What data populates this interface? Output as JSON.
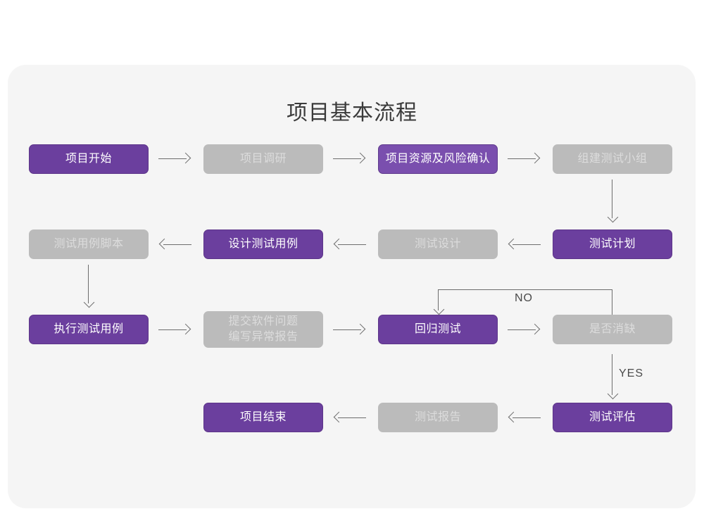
{
  "page": {
    "title": "项目基本流程",
    "background": "#ffffff",
    "card_background": "#f5f5f5"
  },
  "colors": {
    "purple": "#6b3f9e",
    "purple_light": "#7a4fae",
    "gray": "#bbbbbb",
    "gray_text": "#dcdcdc",
    "connector": "#6d6d6d",
    "title_text": "#3b3b3b"
  },
  "flow": {
    "nodes": [
      {
        "id": "n1",
        "label": "项目开始",
        "style": "purple",
        "row": 1,
        "col": 1
      },
      {
        "id": "n2",
        "label": "项目调研",
        "style": "gray",
        "row": 1,
        "col": 2
      },
      {
        "id": "n3",
        "label": "项目资源及风险确认",
        "style": "purple-light",
        "row": 1,
        "col": 3
      },
      {
        "id": "n4",
        "label": "组建测试小组",
        "style": "gray",
        "row": 1,
        "col": 4
      },
      {
        "id": "n5",
        "label": "测试用例脚本",
        "style": "gray",
        "row": 2,
        "col": 1
      },
      {
        "id": "n6",
        "label": "设计测试用例",
        "style": "purple",
        "row": 2,
        "col": 2
      },
      {
        "id": "n7",
        "label": "测试设计",
        "style": "gray",
        "row": 2,
        "col": 3
      },
      {
        "id": "n8",
        "label": "测试计划",
        "style": "purple",
        "row": 2,
        "col": 4
      },
      {
        "id": "n9",
        "label": "执行测试用例",
        "style": "purple",
        "row": 3,
        "col": 1
      },
      {
        "id": "n10",
        "label_line1": "提交软件问题",
        "label_line2": "编写异常报告",
        "style": "gray",
        "row": 3,
        "col": 2
      },
      {
        "id": "n11",
        "label": "回归测试",
        "style": "purple",
        "row": 3,
        "col": 3
      },
      {
        "id": "n12",
        "label": "是否消缺",
        "style": "gray",
        "row": 3,
        "col": 4
      },
      {
        "id": "n13",
        "label": "项目结束",
        "style": "purple",
        "row": 4,
        "col": 2
      },
      {
        "id": "n14",
        "label": "测试报告",
        "style": "gray",
        "row": 4,
        "col": 3
      },
      {
        "id": "n15",
        "label": "测试评估",
        "style": "purple",
        "row": 4,
        "col": 4
      }
    ],
    "edge_labels": {
      "no": "NO",
      "yes": "YES"
    }
  }
}
